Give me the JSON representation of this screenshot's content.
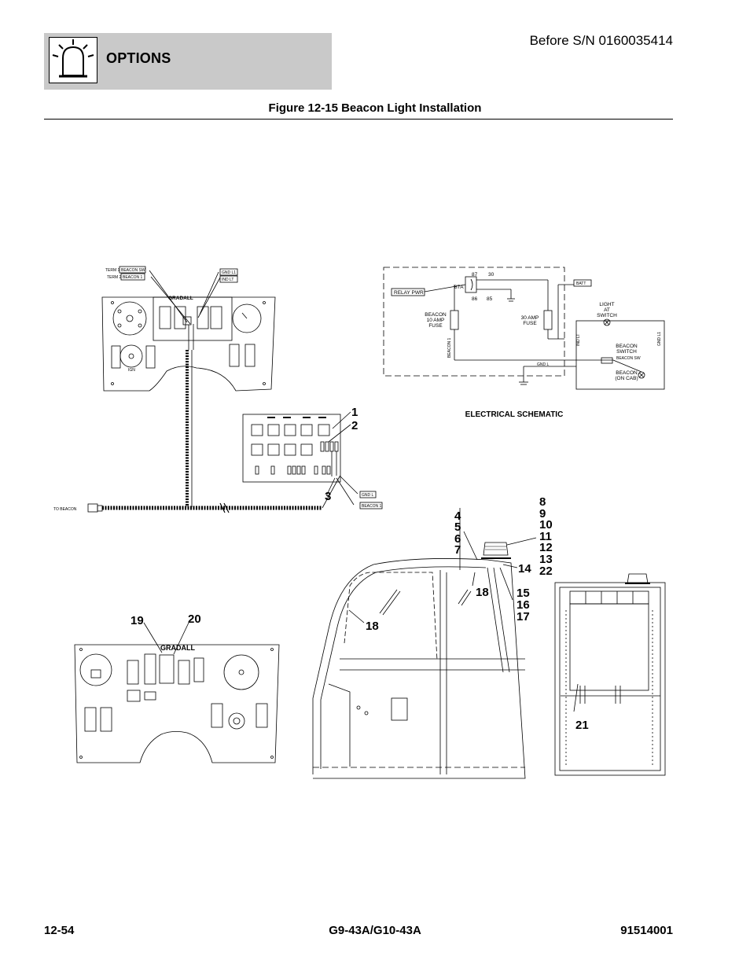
{
  "header": {
    "section": "OPTIONS",
    "serial_note": "Before S/N 0160035414",
    "icon": "beacon-light-icon"
  },
  "figure": {
    "title": "Figure 12-15 Beacon Light Installation"
  },
  "wiring_labels": {
    "term1": "TERM 1",
    "term2": "TERM 2",
    "beacon_sw": "BEACON SW",
    "beacon_1": "BEACON 1",
    "gnd_l1": "GND L1",
    "ind_lt": "IND LT",
    "ign": "IGN",
    "gnd_l": "GND L",
    "beacon_1_lower": "BEACON 1",
    "to_beacon": "TO BEACON"
  },
  "schematic": {
    "caption": "ELECTRICAL SCHEMATIC",
    "relay_pwr": "RELAY PWR",
    "pin_87": "87",
    "pin_30": "30",
    "pin_87a": "87A",
    "pin_86": "86",
    "pin_85": "85",
    "batt": "BATT",
    "beacon_fuse_1": "BEACON",
    "beacon_fuse_2": "10 AMP",
    "beacon_fuse_3": "FUSE",
    "amp30_1": "30 AMP",
    "amp30_2": "FUSE",
    "light_1": "LIGHT",
    "light_2": "AT",
    "light_3": "SWITCH",
    "switch_1": "BEACON",
    "switch_2": "SWITCH",
    "beacon_sw": "BEACON SW",
    "beacon_cab_1": "BEACON",
    "beacon_cab_2": "(ON CAB)",
    "gnd_l": "GND L",
    "gnd_l1": "GND L1",
    "ind_lt": "IND LT",
    "beacon_1": "BEACON 1"
  },
  "callouts": {
    "c1": "1",
    "c2": "2",
    "c3": "3",
    "c4": "4",
    "c5": "5",
    "c6": "6",
    "c7": "7",
    "c8": "8",
    "c9": "9",
    "c10": "10",
    "c11": "11",
    "c12": "12",
    "c13": "13",
    "c22": "22",
    "c14": "14",
    "c15": "15",
    "c16": "16",
    "c17": "17",
    "c18a": "18",
    "c18b": "18",
    "c19": "19",
    "c20": "20",
    "c21": "21"
  },
  "panel": {
    "brand": "GRADALL",
    "ign": "IGN"
  },
  "footer": {
    "page": "12-54",
    "model": "G9-43A/G10-43A",
    "doc_number": "91514001"
  }
}
